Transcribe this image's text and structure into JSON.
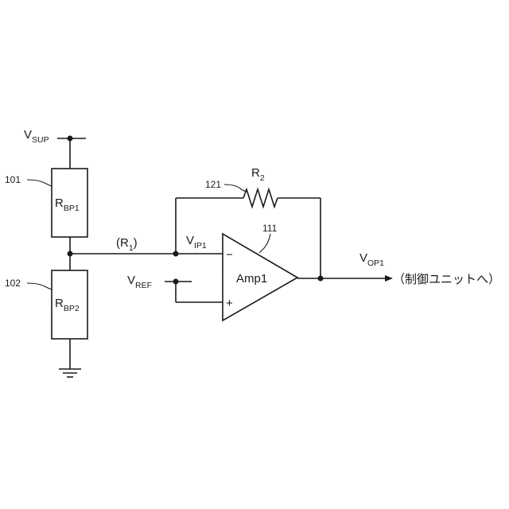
{
  "labels": {
    "vsup": {
      "main": "V",
      "sub": "SUP"
    },
    "rbp1": {
      "main": "R",
      "sub": "BP1"
    },
    "rbp2": {
      "main": "R",
      "sub": "BP2"
    },
    "r1": {
      "open": "(R",
      "sub": "1",
      "close": ")"
    },
    "r2": {
      "main": "R",
      "sub": "2"
    },
    "vip1": {
      "main": "V",
      "sub": "IP1"
    },
    "vref": {
      "main": "V",
      "sub": "REF"
    },
    "vop1": {
      "main": "V",
      "sub": "OP1"
    },
    "amp": "Amp1",
    "minus": "−",
    "plus": "+",
    "ref_101": "101",
    "ref_102": "102",
    "ref_121": "121",
    "ref_111": "111",
    "output_note": "（制御ユニットへ）"
  }
}
